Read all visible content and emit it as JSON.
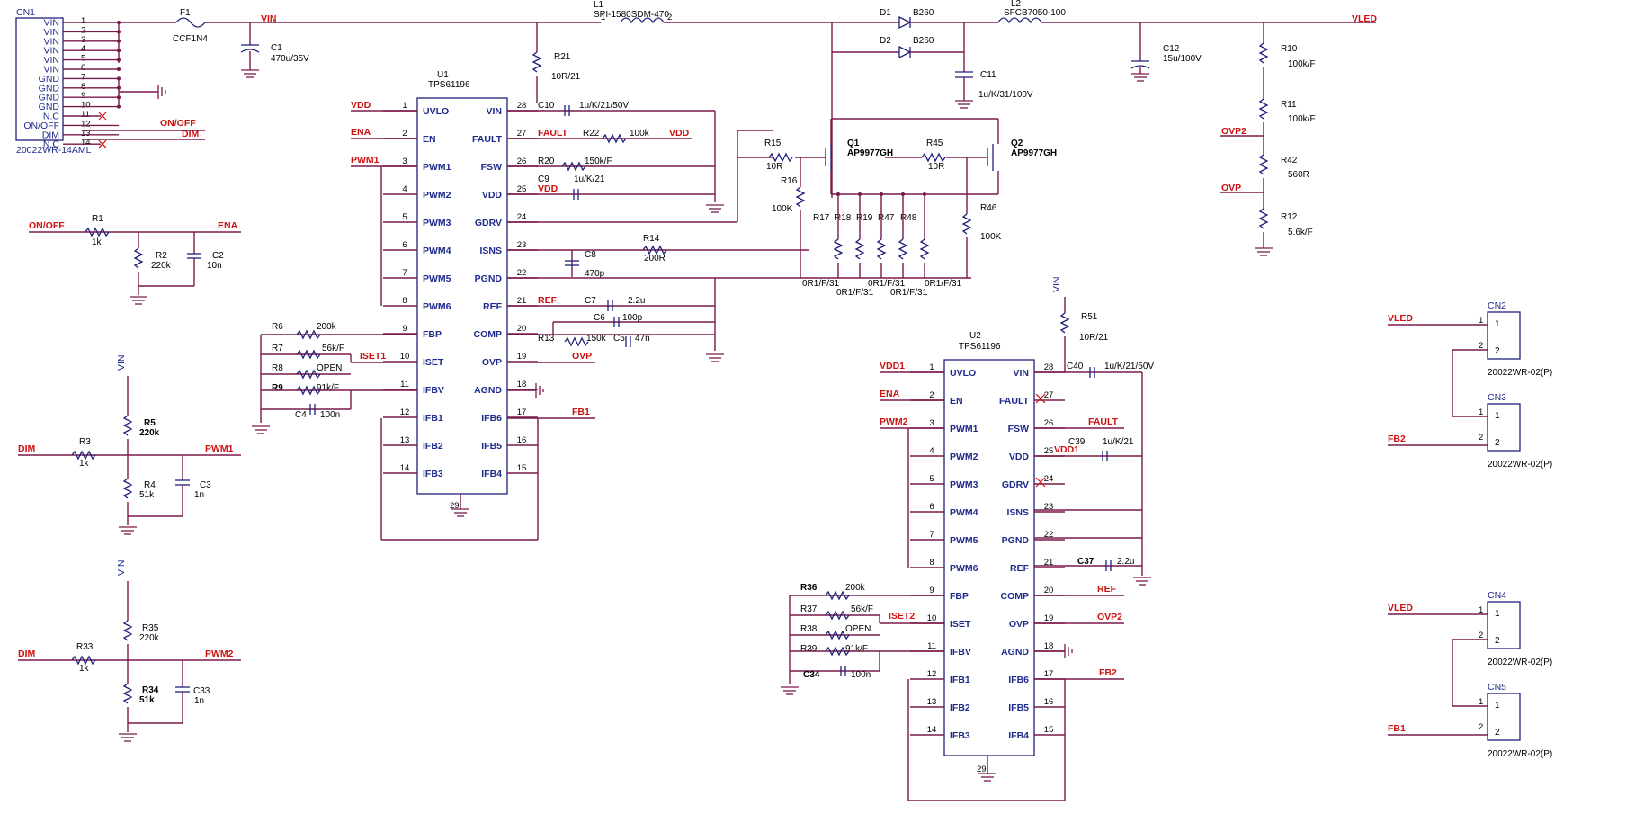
{
  "cn1": {
    "ref": "CN1",
    "part": "20022WR-14AML",
    "pins": [
      "VIN",
      "VIN",
      "VIN",
      "VIN",
      "VIN",
      "VIN",
      "GND",
      "GND",
      "GND",
      "GND",
      "N.C",
      "ON/OFF",
      "DIM",
      "N.C"
    ],
    "nums": [
      "1",
      "2",
      "3",
      "4",
      "5",
      "6",
      "7",
      "8",
      "9",
      "10",
      "11",
      "12",
      "13",
      "14"
    ]
  },
  "nets": {
    "vin": "VIN",
    "vled": "VLED",
    "vdd": "VDD",
    "vdd1": "VDD1",
    "ena": "ENA",
    "onoff": "ON/OFF",
    "dim": "DIM",
    "pwm1": "PWM1",
    "pwm2": "PWM2",
    "fault": "FAULT",
    "ref": "REF",
    "ovp": "OVP",
    "ovp2": "OVP2",
    "fb1": "FB1",
    "fb2": "FB2",
    "iset1": "ISET1",
    "iset2": "ISET2"
  },
  "parts": {
    "f1": {
      "ref": "F1",
      "val": "CCF1N4"
    },
    "c1": {
      "ref": "C1",
      "val": "470u/35V"
    },
    "l1": {
      "ref": "L1",
      "val": "SPI-1580SDM-470"
    },
    "r21": {
      "ref": "R21",
      "val": "10R/21"
    },
    "d1": {
      "ref": "D1",
      "val": "B260"
    },
    "d2": {
      "ref": "D2",
      "val": "B260"
    },
    "l2": {
      "ref": "L2",
      "val": "SFCB7050-100"
    },
    "c11": {
      "ref": "C11",
      "val": "1u/K/31/100V"
    },
    "c12": {
      "ref": "C12",
      "val": "15u/100V"
    },
    "r10": {
      "ref": "R10",
      "val": "100k/F"
    },
    "r11": {
      "ref": "R11",
      "val": "100k/F"
    },
    "r42": {
      "ref": "R42",
      "val": "560R"
    },
    "r12": {
      "ref": "R12",
      "val": "5.6k/F"
    },
    "c10": {
      "ref": "C10",
      "val": "1u/K/21/50V"
    },
    "r22": {
      "ref": "R22",
      "val": "100k"
    },
    "r20": {
      "ref": "R20",
      "val": "150k/F"
    },
    "c9": {
      "ref": "C9",
      "val": "1u/K/21"
    },
    "r15": {
      "ref": "R15",
      "val": "10R"
    },
    "q1": {
      "ref": "Q1",
      "val": "AP9977GH"
    },
    "r45": {
      "ref": "R45",
      "val": "10R"
    },
    "q2": {
      "ref": "Q2",
      "val": "AP9977GH"
    },
    "r16": {
      "ref": "R16",
      "val": "100K"
    },
    "r46": {
      "ref": "R46",
      "val": "100K"
    },
    "r17": {
      "ref": "R17"
    },
    "r18": {
      "ref": "R18"
    },
    "r19": {
      "ref": "R19"
    },
    "r47": {
      "ref": "R47"
    },
    "r48": {
      "ref": "R48"
    },
    "sense_val": "0R1/F/31",
    "r14": {
      "ref": "R14",
      "val": "200R"
    },
    "c8": {
      "ref": "C8",
      "val": "470p"
    },
    "c7": {
      "ref": "C7",
      "val": "2.2u"
    },
    "c6": {
      "ref": "C6",
      "val": "100p"
    },
    "r13": {
      "ref": "R13",
      "val": "150k"
    },
    "c5": {
      "ref": "C5",
      "val": "47n"
    },
    "r6": {
      "ref": "R6",
      "val": "200k"
    },
    "r7": {
      "ref": "R7",
      "val": "56k/F"
    },
    "r8": {
      "ref": "R8",
      "val": "OPEN"
    },
    "r9": {
      "ref": "R9",
      "val": "91k/F"
    },
    "c4": {
      "ref": "C4",
      "val": "100n"
    },
    "r1": {
      "ref": "R1",
      "val": "1k"
    },
    "r2": {
      "ref": "R2",
      "val": "220k"
    },
    "c2": {
      "ref": "C2",
      "val": "10n"
    },
    "r5": {
      "ref": "R5",
      "val": "220k"
    },
    "r3": {
      "ref": "R3",
      "val": "1k"
    },
    "r4": {
      "ref": "R4",
      "val": "51k"
    },
    "c3": {
      "ref": "C3",
      "val": "1n"
    },
    "r35": {
      "ref": "R35",
      "val": "220k"
    },
    "r33": {
      "ref": "R33",
      "val": "1k"
    },
    "r34": {
      "ref": "R34",
      "val": "51k"
    },
    "c33": {
      "ref": "C33",
      "val": "1n"
    },
    "r51": {
      "ref": "R51",
      "val": "10R/21"
    },
    "c40": {
      "ref": "C40",
      "val": "1u/K/21/50V"
    },
    "c39": {
      "ref": "C39",
      "val": "1u/K/21"
    },
    "c37": {
      "ref": "C37",
      "val": "2.2u"
    },
    "r36": {
      "ref": "R36",
      "val": "200k"
    },
    "r37": {
      "ref": "R37",
      "val": "56k/F"
    },
    "r38": {
      "ref": "R38",
      "val": "OPEN"
    },
    "r39": {
      "ref": "R39",
      "val": "91k/F"
    },
    "c34": {
      "ref": "C34",
      "val": "100n"
    }
  },
  "u1": {
    "ref": "U1",
    "part": "TPS61196",
    "left": [
      [
        "UVLO",
        "1"
      ],
      [
        "EN",
        "2"
      ],
      [
        "PWM1",
        "3"
      ],
      [
        "PWM2",
        "4"
      ],
      [
        "PWM3",
        "5"
      ],
      [
        "PWM4",
        "6"
      ],
      [
        "PWM5",
        "7"
      ],
      [
        "PWM6",
        "8"
      ],
      [
        "FBP",
        "9"
      ],
      [
        "ISET",
        "10"
      ],
      [
        "IFBV",
        "11"
      ],
      [
        "IFB1",
        "12"
      ],
      [
        "IFB2",
        "13"
      ],
      [
        "IFB3",
        "14"
      ]
    ],
    "right": [
      [
        "VIN",
        "28"
      ],
      [
        "FAULT",
        "27"
      ],
      [
        "FSW",
        "26"
      ],
      [
        "VDD",
        "25"
      ],
      [
        "GDRV",
        "24"
      ],
      [
        "ISNS",
        "23"
      ],
      [
        "PGND",
        "22"
      ],
      [
        "REF",
        "21"
      ],
      [
        "COMP",
        "20"
      ],
      [
        "OVP",
        "19"
      ],
      [
        "AGND",
        "18"
      ],
      [
        "IFB6",
        "17"
      ],
      [
        "IFB5",
        "16"
      ],
      [
        "IFB4",
        "15"
      ]
    ],
    "bottom": "29"
  },
  "u2": {
    "ref": "U2",
    "part": "TPS61196",
    "left": [
      [
        "UVLO",
        "1"
      ],
      [
        "EN",
        "2"
      ],
      [
        "PWM1",
        "3"
      ],
      [
        "PWM2",
        "4"
      ],
      [
        "PWM3",
        "5"
      ],
      [
        "PWM4",
        "6"
      ],
      [
        "PWM5",
        "7"
      ],
      [
        "PWM6",
        "8"
      ],
      [
        "FBP",
        "9"
      ],
      [
        "ISET",
        "10"
      ],
      [
        "IFBV",
        "11"
      ],
      [
        "IFB1",
        "12"
      ],
      [
        "IFB2",
        "13"
      ],
      [
        "IFB3",
        "14"
      ]
    ],
    "right": [
      [
        "VIN",
        "28"
      ],
      [
        "FAULT",
        "27"
      ],
      [
        "FSW",
        "26"
      ],
      [
        "VDD",
        "25"
      ],
      [
        "GDRV",
        "24"
      ],
      [
        "ISNS",
        "23"
      ],
      [
        "PGND",
        "22"
      ],
      [
        "REF",
        "21"
      ],
      [
        "COMP",
        "20"
      ],
      [
        "OVP",
        "19"
      ],
      [
        "AGND",
        "18"
      ],
      [
        "IFB6",
        "17"
      ],
      [
        "IFB5",
        "16"
      ],
      [
        "IFB4",
        "15"
      ]
    ],
    "bottom": "29"
  },
  "connectors": [
    {
      "ref": "CN2",
      "part": "20022WR-02(P)",
      "net": "VLED",
      "pins": [
        "1",
        "2"
      ]
    },
    {
      "ref": "CN3",
      "part": "20022WR-02(P)",
      "net": "FB2",
      "pins": [
        "1",
        "2"
      ]
    },
    {
      "ref": "CN4",
      "part": "20022WR-02(P)",
      "net": "VLED",
      "pins": [
        "1",
        "2"
      ]
    },
    {
      "ref": "CN5",
      "part": "20022WR-02(P)",
      "net": "FB1",
      "pins": [
        "1",
        "2"
      ]
    }
  ]
}
